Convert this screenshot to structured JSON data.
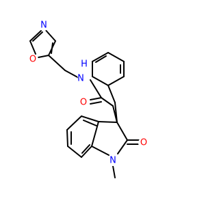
{
  "colors": {
    "bond": "#000000",
    "nitrogen": "#0000ff",
    "oxygen": "#ff0000",
    "background": "#ffffff"
  },
  "labels": {
    "isoxazole_n": "N",
    "isoxazole_o": "O",
    "amide_n": "N",
    "amide_h": "H",
    "amide_o": "O",
    "lactam_o": "O",
    "indole_n": "N"
  }
}
